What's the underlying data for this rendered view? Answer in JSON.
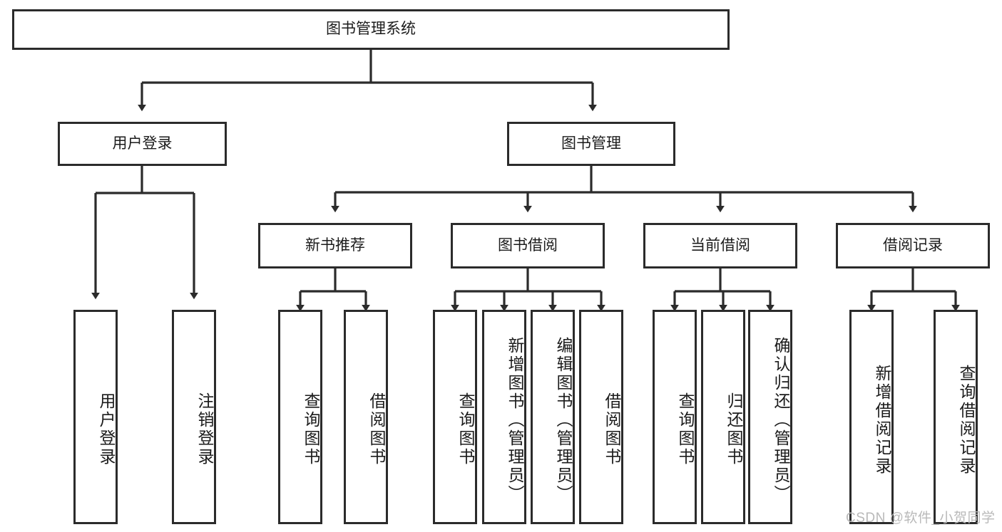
{
  "diagram": {
    "type": "tree-hierarchy",
    "title": "图书管理系统",
    "orientation": "top-down",
    "colors": {
      "box_border": "#2b2b2b",
      "box_fill": "#ffffff",
      "connector": "#2b2b2b",
      "text": "#1b1b1b",
      "watermark": "#b9b9b9",
      "background": "#ffffff"
    },
    "levels": [
      {
        "level": 1,
        "nodes": [
          {
            "id": "root",
            "label": "图书管理系统",
            "orientation": "horizontal"
          }
        ]
      },
      {
        "level": 2,
        "nodes": [
          {
            "id": "user-login",
            "label": "用户登录",
            "orientation": "horizontal",
            "parent": "root"
          },
          {
            "id": "book-manage",
            "label": "图书管理",
            "orientation": "horizontal",
            "parent": "root"
          }
        ]
      },
      {
        "level": 3,
        "nodes": [
          {
            "id": "new-book-recommend",
            "label": "新书推荐",
            "orientation": "horizontal",
            "parent": "book-manage"
          },
          {
            "id": "book-borrow",
            "label": "图书借阅",
            "orientation": "horizontal",
            "parent": "book-manage"
          },
          {
            "id": "current-borrow",
            "label": "当前借阅",
            "orientation": "horizontal",
            "parent": "book-manage"
          },
          {
            "id": "borrow-record",
            "label": "借阅记录",
            "orientation": "horizontal",
            "parent": "book-manage"
          }
        ]
      },
      {
        "level": 4,
        "nodes": [
          {
            "id": "leaf-user-login",
            "label": "用户登录",
            "orientation": "vertical",
            "parent": "user-login"
          },
          {
            "id": "leaf-logout",
            "label": "注销登录",
            "orientation": "vertical",
            "parent": "user-login"
          },
          {
            "id": "leaf-query-book-1",
            "label": "查询图书",
            "orientation": "vertical",
            "parent": "new-book-recommend"
          },
          {
            "id": "leaf-borrow-book-1",
            "label": "借阅图书",
            "orientation": "vertical",
            "parent": "new-book-recommend"
          },
          {
            "id": "leaf-query-book-2",
            "label": "查询图书",
            "orientation": "vertical",
            "parent": "book-borrow"
          },
          {
            "id": "leaf-add-book",
            "label": "新增图书（管理员）",
            "orientation": "vertical",
            "parent": "book-borrow"
          },
          {
            "id": "leaf-edit-book",
            "label": "编辑图书（管理员）",
            "orientation": "vertical",
            "parent": "book-borrow"
          },
          {
            "id": "leaf-borrow-book-2",
            "label": "借阅图书",
            "orientation": "vertical",
            "parent": "book-borrow"
          },
          {
            "id": "leaf-query-book-3",
            "label": "查询图书",
            "orientation": "vertical",
            "parent": "current-borrow"
          },
          {
            "id": "leaf-return-book",
            "label": "归还图书",
            "orientation": "vertical",
            "parent": "current-borrow"
          },
          {
            "id": "leaf-confirm-return",
            "label": "确认归还（管理员）",
            "orientation": "vertical",
            "parent": "current-borrow"
          },
          {
            "id": "leaf-add-record",
            "label": "新增借阅记录",
            "orientation": "vertical",
            "parent": "borrow-record"
          },
          {
            "id": "leaf-query-record",
            "label": "查询借阅记录",
            "orientation": "vertical",
            "parent": "borrow-record"
          }
        ]
      }
    ]
  },
  "watermark": {
    "text": "CSDN @软件_小贺同学"
  }
}
